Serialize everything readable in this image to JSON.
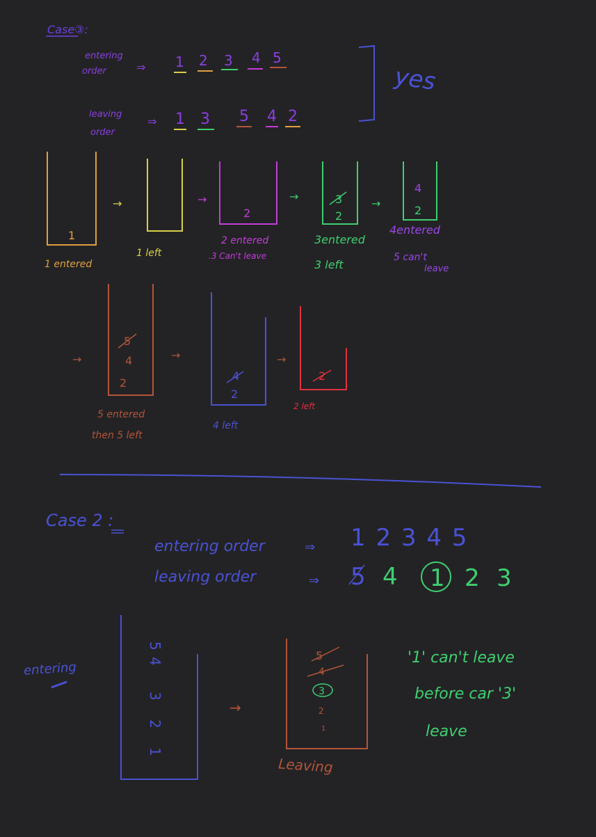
{
  "colors": {
    "background": "#232325",
    "blue": "#4a52d4",
    "purple": "#8a3fe0",
    "orange": "#e0a040",
    "yellow": "#d8d04a",
    "magenta": "#c33cd8",
    "green": "#3fcf70",
    "violet": "#9b45e8",
    "brown": "#b2553a",
    "red": "#e0303a",
    "gray": "#9a9a9a"
  },
  "case3": {
    "title": "Case③:",
    "entering_label": "entering order",
    "entering_digits": [
      "1",
      "2",
      "3",
      "4",
      "5"
    ],
    "leaving_label": "leaving order",
    "leaving_digits": [
      "1",
      "3",
      "5",
      "4",
      "2"
    ],
    "verdict": "yes",
    "stacks": [
      {
        "contents": [
          "1"
        ],
        "caption": "1 entered"
      },
      {
        "contents": [],
        "caption": "1 left"
      },
      {
        "contents": [
          "2"
        ],
        "caption": "2 entered\n.3 Can't leave"
      },
      {
        "contents": [
          "3",
          "2"
        ],
        "caption": "3entered\n3 left"
      },
      {
        "contents": [
          "4",
          "2"
        ],
        "caption": "4entered\n5 can't leave"
      },
      {
        "contents": [
          "5",
          "4",
          "2"
        ],
        "caption": "5 entered\nthen 5 left"
      },
      {
        "contents": [
          "4",
          "2"
        ],
        "caption": "4 left"
      },
      {
        "contents": [
          "2"
        ],
        "caption": "2 left"
      }
    ]
  },
  "case2": {
    "title": "Case 2 :",
    "entering_label": "entering order",
    "entering_digits": "1 2 3 4 5",
    "leaving_label": "leaving order",
    "leaving_digits": [
      "5",
      "4",
      "1",
      "2",
      "3"
    ],
    "left_stack_label": "entering",
    "left_stack_contents": [
      "5",
      "4",
      "3",
      "2",
      "1"
    ],
    "right_stack_label": "Leaving",
    "right_stack_contents": [
      "5",
      "4",
      "3",
      "2",
      "1"
    ],
    "note_line1": "'1' can't leave",
    "note_line2": "before car '3'",
    "note_line3": "leave"
  }
}
